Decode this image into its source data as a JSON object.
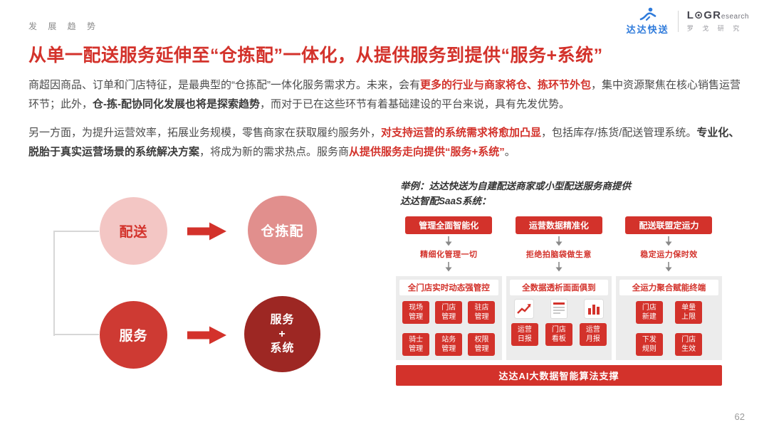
{
  "header": {
    "eyebrow": "发 展 趋 势",
    "logos": {
      "dada": "达达快送",
      "logr_main": "L⊙GR",
      "logr_rest": "esearch",
      "logr_sub": "罗 戈 研 究"
    }
  },
  "title": "从单一配送服务延伸至“仓拣配”一体化，从提供服务到提供“服务+系统”",
  "paragraphs": {
    "p1": [
      {
        "text": "商超因商品、订单和门店特征，是最典型的“仓拣配”一体化服务需求方。未来，会有",
        "style": "normal"
      },
      {
        "text": "更多的行业与商家将仓、拣环节外包",
        "style": "bold-red"
      },
      {
        "text": "，集中资源聚焦在核心销售运营环节；此外，",
        "style": "normal"
      },
      {
        "text": "仓-拣-配协同化发展也将是探索趋势",
        "style": "bold"
      },
      {
        "text": "，而对于已在这些环节有着基础建设的平台来说，具有先发优势。",
        "style": "normal"
      }
    ],
    "p2": [
      {
        "text": "另一方面，为提升运营效率，拓展业务规模，零售商家在获取履约服务外，",
        "style": "normal"
      },
      {
        "text": "对支持运营的系统需求将愈加凸显",
        "style": "bold-red"
      },
      {
        "text": "，包括库存/拣货/配送管理系统。",
        "style": "normal"
      },
      {
        "text": "专业化、脱胎于真实运营场景的系统解决方案",
        "style": "bold"
      },
      {
        "text": "，将成为新的需求热点。服务商",
        "style": "normal"
      },
      {
        "text": "从提供服务走向提供“服务+系统”",
        "style": "bold-red"
      },
      {
        "text": "。",
        "style": "normal"
      }
    ]
  },
  "diagram": {
    "circle1": "配送",
    "circle2": "仓拣配",
    "circle3": "服务",
    "circle4_lines": [
      "服务",
      "+",
      "系统"
    ]
  },
  "saas": {
    "intro_line1": "举例：达达快送为自建配送商家或小型配送服务商提供",
    "intro_line2": "达达智配SaaS系统：",
    "columns": [
      {
        "header": "管理全面智能化",
        "caption": "精细化管理一切",
        "panel_title": "全门店实时动态强管控",
        "buttons": [
          "现场管理",
          "门店管理",
          "驻店管理",
          "骑士管理",
          "站务管理",
          "权限管理"
        ]
      },
      {
        "header": "运营数据精准化",
        "caption": "拒绝拍脑袋做生意",
        "panel_title": "全数据透析面面俱到",
        "buttons": [
          "运营日报",
          "门店看板",
          "运营月报"
        ]
      },
      {
        "header": "配送联盟定运力",
        "caption": "稳定运力保时效",
        "panel_title": "全运力聚合赋能终端",
        "buttons": [
          "门店新建",
          "单量上限",
          "下发规则",
          "门店生效"
        ]
      }
    ],
    "footer": "达达AI大数据智能算法支撑"
  },
  "page_number": "62",
  "colors": {
    "primary_red": "#D3322B",
    "dark_red": "#9D2723",
    "pink": "#E18F8D",
    "light_pink": "#F3C6C4",
    "panel_gray": "#ECECEC",
    "dada_blue": "#2F7BDB"
  },
  "icons": {
    "dada_runner": "runner-figure",
    "down_arrow": "↓",
    "right_arrow": "→",
    "trend_chart": "line-chart-up",
    "report_doc": "document-report",
    "bar_chart": "bar-chart-board"
  }
}
